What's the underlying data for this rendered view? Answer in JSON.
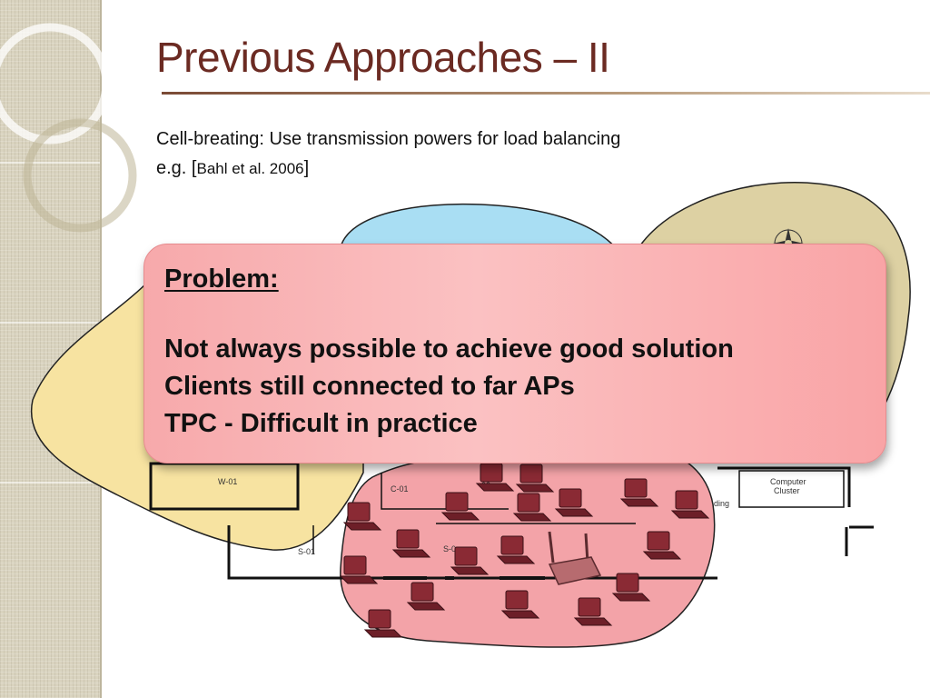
{
  "slide": {
    "title": "Previous Approaches – II",
    "line1": "Cell-breating: Use transmission powers for load balancing",
    "line2_prefix": "e.g. [",
    "line2_cite": "Bahl et al. 2006",
    "line2_suffix": "]"
  },
  "callout": {
    "heading": "Problem:",
    "lines": [
      "Not always possible to achieve good solution",
      "Clients still connected to far APs",
      "TPC - Difficult in practice"
    ]
  },
  "floorplan": {
    "room_labels": [
      "W-01",
      "C-01",
      "03",
      "S-01",
      "S-0",
      "Computer",
      "Cluster",
      "ding"
    ]
  },
  "colors": {
    "title": "#6b2a22",
    "coverage_yellow": "#f7e3a1",
    "coverage_blue": "#a9def3",
    "coverage_tan": "#ddd1a3",
    "coverage_red": "#f3a3a8",
    "callout_fill": "#f9b3b5",
    "laptop": "#8a2a34"
  }
}
